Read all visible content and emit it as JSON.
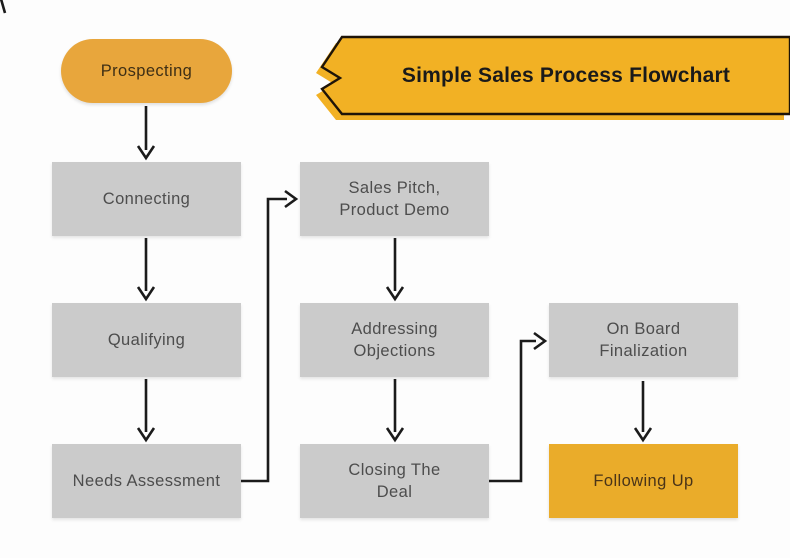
{
  "title": "Simple Sales Process Flowchart",
  "colors": {
    "banner_yellow": "#F2B124",
    "banner_border": "#1e1408",
    "node_gold": "#E8A63C",
    "node_yellow": "#EAAC2A",
    "node_gray": "#CBCBCB",
    "arrow_black": "#1B1B1B"
  },
  "nodes": {
    "prospecting": {
      "label": "Prospecting",
      "shape": "rounded-pill",
      "color": "gold"
    },
    "connecting": {
      "label": "Connecting",
      "shape": "rectangle",
      "color": "gray"
    },
    "qualifying": {
      "label": "Qualifying",
      "shape": "rectangle",
      "color": "gray"
    },
    "needs_assessment": {
      "label": "Needs Assessment",
      "shape": "rectangle",
      "color": "gray"
    },
    "sales_pitch": {
      "label": "Sales Pitch,\nProduct Demo",
      "shape": "rectangle",
      "color": "gray"
    },
    "addressing_objections": {
      "label": "Addressing\nObjections",
      "shape": "rectangle",
      "color": "gray"
    },
    "closing_the_deal": {
      "label": "Closing The\nDeal",
      "shape": "rectangle",
      "color": "gray"
    },
    "on_board_finalization": {
      "label": "On Board\nFinalization",
      "shape": "rectangle",
      "color": "gray"
    },
    "following_up": {
      "label": "Following Up",
      "shape": "rectangle",
      "color": "yellow"
    }
  },
  "edges": [
    {
      "from": "Prospecting",
      "to": "Connecting"
    },
    {
      "from": "Connecting",
      "to": "Qualifying"
    },
    {
      "from": "Qualifying",
      "to": "Needs Assessment"
    },
    {
      "from": "Needs Assessment",
      "to": "Sales Pitch, Product Demo"
    },
    {
      "from": "Sales Pitch, Product Demo",
      "to": "Addressing Objections"
    },
    {
      "from": "Addressing Objections",
      "to": "Closing The Deal"
    },
    {
      "from": "Closing The Deal",
      "to": "On Board Finalization"
    },
    {
      "from": "On Board Finalization",
      "to": "Following Up"
    }
  ]
}
